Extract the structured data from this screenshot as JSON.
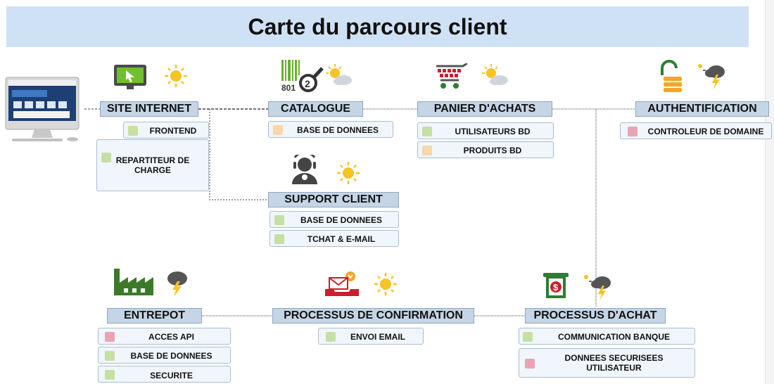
{
  "title": "Carte du parcours client",
  "nodes": {
    "site": {
      "label": "SITE INTERNET",
      "status": "sunny",
      "items": [
        {
          "label": "FRONTEND",
          "color": "#c6e0a3"
        },
        {
          "label": "REPARTITEUR DE CHARGE",
          "color": "#c6e0a3"
        }
      ]
    },
    "catalogue": {
      "label": "CATALOGUE",
      "status": "partly-cloudy",
      "items": [
        {
          "label": "BASE DE DONNEES",
          "color": "#f8d7a8"
        }
      ]
    },
    "panier": {
      "label": "PANIER D'ACHATS",
      "status": "partly-cloudy",
      "items": [
        {
          "label": "UTILISATEURS BD",
          "color": "#c6e0a3"
        },
        {
          "label": "PRODUITS BD",
          "color": "#f8d7a8"
        }
      ]
    },
    "auth": {
      "label": "AUTHENTIFICATION",
      "status": "thunderstorm",
      "items": [
        {
          "label": "CONTROLEUR DE DOMAINE",
          "color": "#eda2b4"
        }
      ]
    },
    "support": {
      "label": "SUPPORT CLIENT",
      "status": "sunny",
      "items": [
        {
          "label": "BASE DE DONNEES",
          "color": "#c6e0a3"
        },
        {
          "label": "TCHAT & E-MAIL",
          "color": "#c6e0a3"
        }
      ]
    },
    "entrepot": {
      "label": "ENTREPOT",
      "status": "thunderstorm",
      "items": [
        {
          "label": "ACCES API",
          "color": "#eda2b4"
        },
        {
          "label": "BASE DE DONNEES",
          "color": "#c6e0a3"
        },
        {
          "label": "SECURITE",
          "color": "#c6e0a3"
        }
      ]
    },
    "confirmation": {
      "label": "PROCESSUS DE CONFIRMATION",
      "status": "sunny",
      "items": [
        {
          "label": "ENVOI EMAIL",
          "color": "#c6e0a3"
        }
      ]
    },
    "achat": {
      "label": "PROCESSUS D'ACHAT",
      "status": "thunderstorm",
      "items": [
        {
          "label": "COMMUNICATION BANQUE",
          "color": "#c6e0a3"
        },
        {
          "label": "DONNEES SECURISEES UTILISATEUR",
          "color": "#eda2b4"
        }
      ]
    }
  },
  "icons": {
    "computer": "desktop-computer-icon",
    "site": "monitor-cursor-icon",
    "catalogue": "barcode-search-icon",
    "panier": "shopping-cart-icon",
    "auth": "unlocked-database-icon",
    "support": "headset-agent-icon",
    "entrepot": "factory-icon",
    "confirmation": "mail-inbox-icon",
    "achat": "dollar-payment-icon"
  }
}
